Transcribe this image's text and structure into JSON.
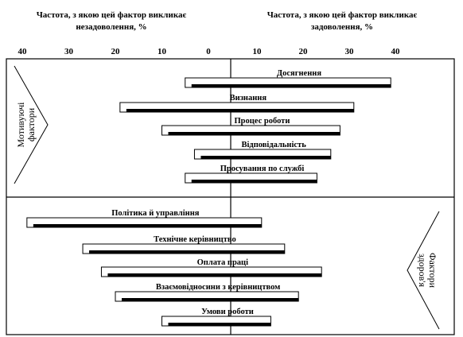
{
  "chart_data": {
    "type": "bar",
    "header_left": [
      "Частота, з якою цей фактор викликає",
      "незадоволення, %"
    ],
    "header_right": [
      "Частота, з якою цей фактор викликає",
      "задоволення, %"
    ],
    "ticks_left": [
      40,
      30,
      20,
      10,
      0
    ],
    "ticks_right": [
      10,
      20,
      30,
      40
    ],
    "groups": [
      {
        "label": [
          "Мотивуючі",
          "фактори"
        ],
        "items": [
          {
            "label": "Досягнення",
            "dissatisfaction": 5,
            "satisfaction": 39
          },
          {
            "label": "Визнання",
            "dissatisfaction": 19,
            "satisfaction": 31
          },
          {
            "label": "Процес роботи",
            "dissatisfaction": 10,
            "satisfaction": 28
          },
          {
            "label": "Відповідальність",
            "dissatisfaction": 3,
            "satisfaction": 26
          },
          {
            "label": "Просування по службі",
            "dissatisfaction": 5,
            "satisfaction": 23
          }
        ]
      },
      {
        "label": [
          "Фактори",
          "здоров'я"
        ],
        "items": [
          {
            "label": "Політика й управління",
            "dissatisfaction": 39,
            "satisfaction": 11
          },
          {
            "label": "Технічне керівництво",
            "dissatisfaction": 27,
            "satisfaction": 16
          },
          {
            "label": "Оплата праці",
            "dissatisfaction": 23,
            "satisfaction": 24
          },
          {
            "label": "Взаємовідносини з керівництвом",
            "dissatisfaction": 20,
            "satisfaction": 19
          },
          {
            "label": "Умови роботи",
            "dissatisfaction": 10,
            "satisfaction": 13
          }
        ]
      }
    ]
  }
}
